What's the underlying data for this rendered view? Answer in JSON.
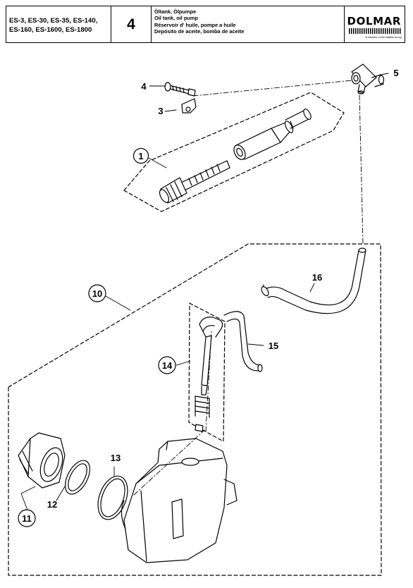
{
  "header": {
    "models": [
      "ES-3, ES-30, ES-35, ES-140,",
      "ES-160, ES-1600, ES-1800"
    ],
    "group_number": "4",
    "titles": [
      "Öltank, Ölpumpe",
      "Oil tank, oil pump",
      "Réservoir d' huile, pompe a huile",
      "Depósito de aceite, bomba de aceite"
    ],
    "brand": "DOLMAR",
    "member_text": "A member of the Makita Group"
  },
  "callouts": {
    "c1": "1",
    "c3": "3",
    "c4": "4",
    "c5": "5",
    "c10": "10",
    "c11": "11",
    "c12": "12",
    "c13": "13",
    "c14": "14",
    "c15": "15",
    "c16": "16"
  }
}
